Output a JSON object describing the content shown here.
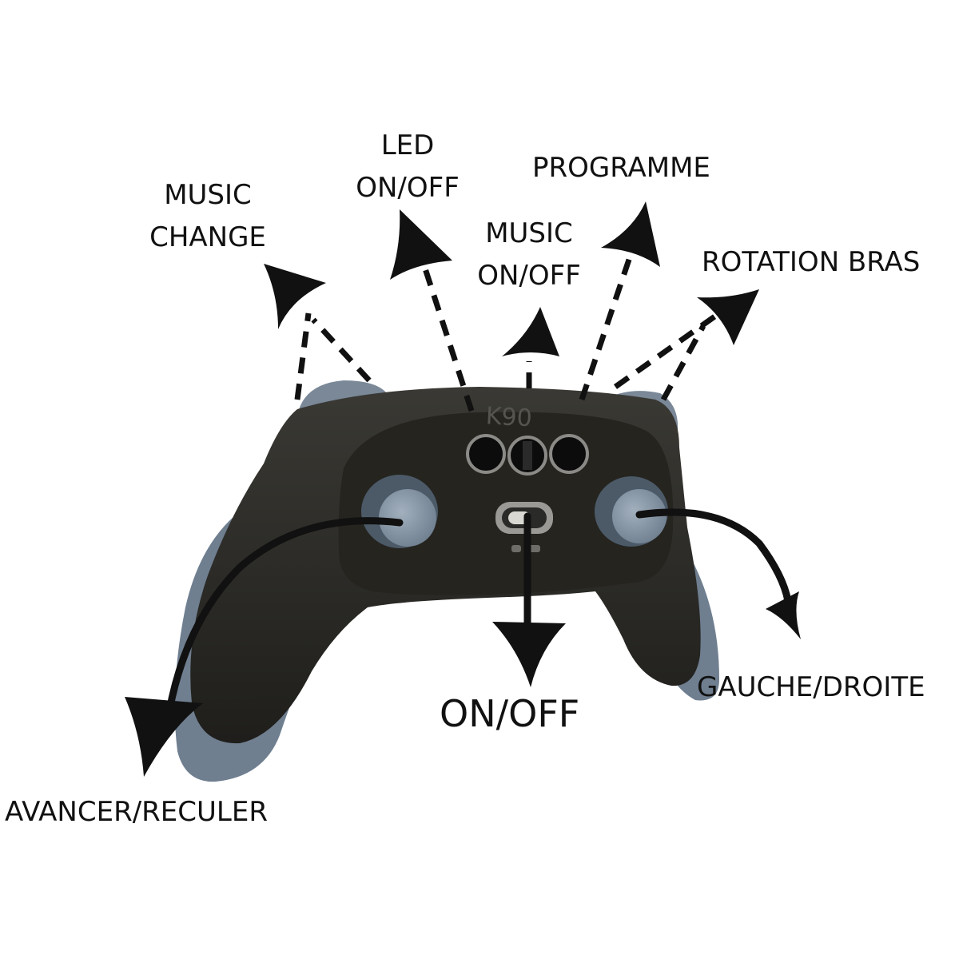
{
  "colors": {
    "background": "#ffffff",
    "controller_body": "#2f2e2a",
    "controller_panel": "#24231f",
    "grip_accent": "#6f7f90",
    "stick_cap": "#8393a4",
    "arrow": "#111111",
    "text": "#111111"
  },
  "controller": {
    "brand_logo": "K90"
  },
  "labels": {
    "music_change": [
      "MUSIC",
      "CHANGE"
    ],
    "led_on_off": [
      "LED",
      "ON/OFF"
    ],
    "music_on_off": [
      "MUSIC",
      "ON/OFF"
    ],
    "programme": "PROGRAMME",
    "rotation_bras": "ROTATION BRAS",
    "on_off": "ON/OFF",
    "gauche_droite": "GAUCHE/DROITE",
    "avancer_reculer": "AVANCER/RECULER"
  }
}
